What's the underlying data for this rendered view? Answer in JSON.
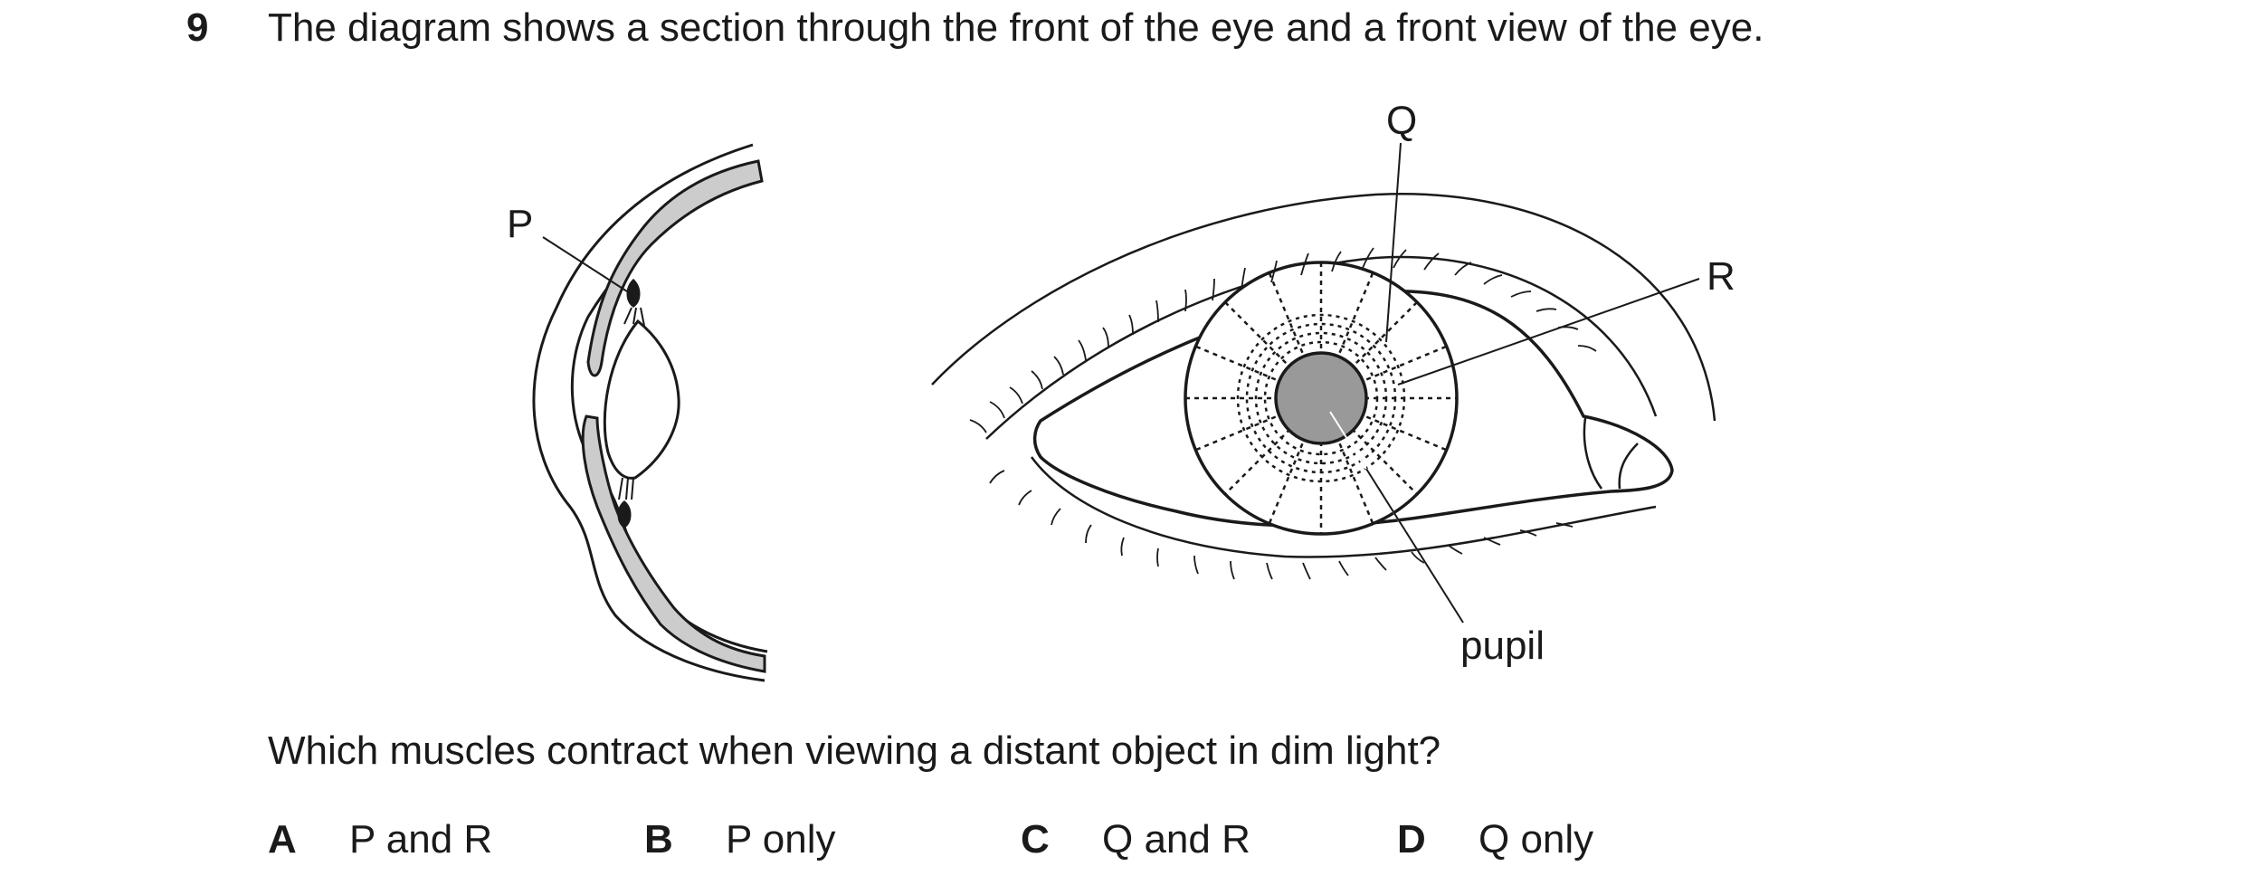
{
  "question": {
    "number": "9",
    "stem": "The diagram shows a section through the front of the eye and a front view of the eye.",
    "prompt": "Which muscles contract when viewing a distant object in dim light?"
  },
  "diagram": {
    "labels": {
      "p": "P",
      "q": "Q",
      "r": "R",
      "pupil": "pupil"
    }
  },
  "options": [
    {
      "letter": "A",
      "text": "P and R"
    },
    {
      "letter": "B",
      "text": "P only"
    },
    {
      "letter": "C",
      "text": "Q and R"
    },
    {
      "letter": "D",
      "text": "Q only"
    }
  ]
}
